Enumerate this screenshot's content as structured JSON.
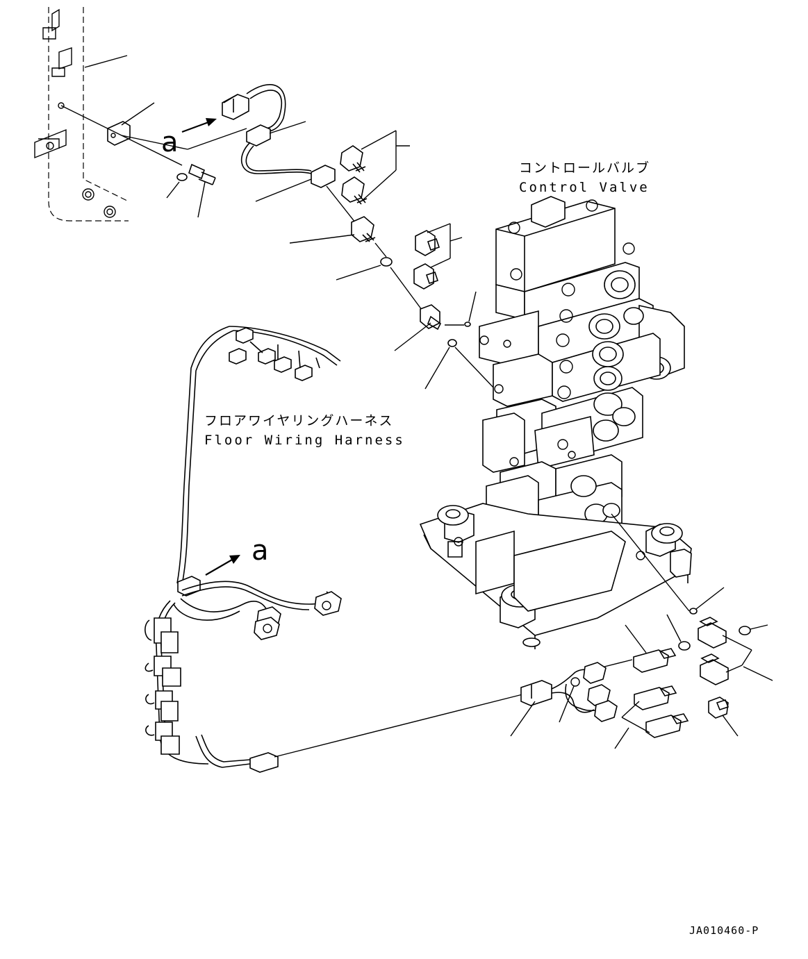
{
  "labels": {
    "control_valve_jp": "コントロールバルブ",
    "control_valve_en": "Control Valve",
    "floor_harness_jp": "フロアワイヤリングハーネス",
    "floor_harness_en": "Floor Wiring Harness",
    "view_ref_top": "a",
    "view_ref_mid": "a",
    "drawing_number": "JA010460-P"
  }
}
